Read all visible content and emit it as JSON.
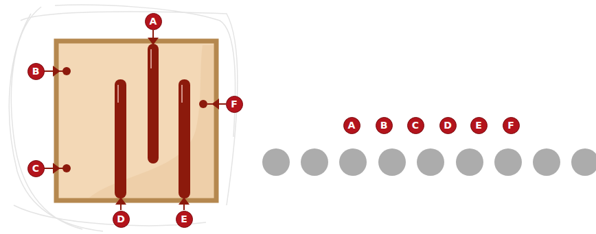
{
  "diagram": {
    "labels": [
      "A",
      "B",
      "C",
      "D",
      "E",
      "F",
      "A",
      "B",
      "C",
      "D",
      "E",
      "F"
    ]
  }
}
